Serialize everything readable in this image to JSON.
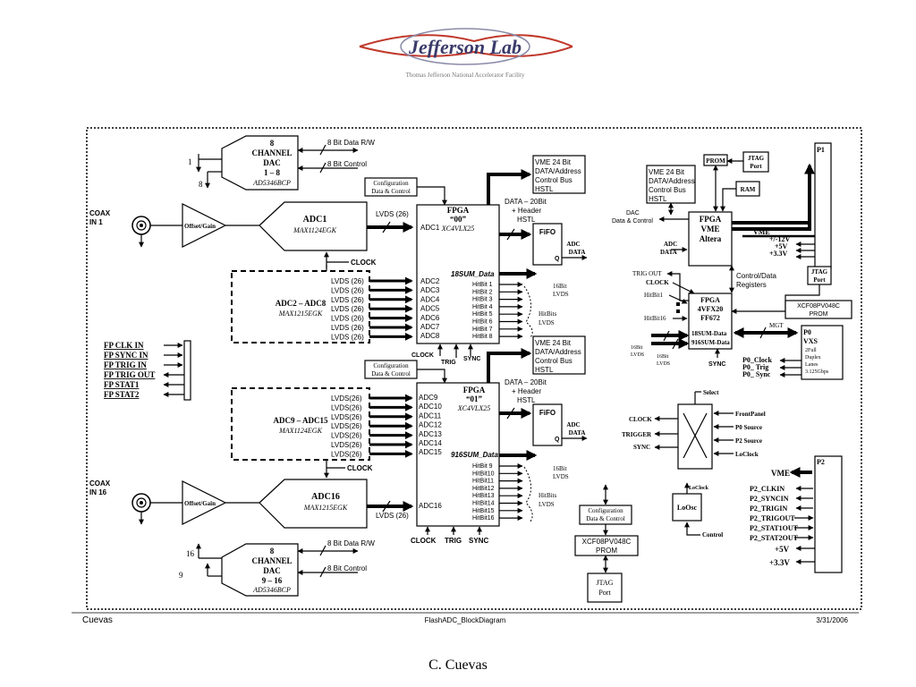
{
  "logo": {
    "text": "Jefferson Lab",
    "subtitle": "Thomas Jefferson National Accelerator Facility"
  },
  "dac_top": {
    "l1": "8",
    "l2": "CHANNEL",
    "l3": "DAC",
    "l4": "1 – 8",
    "part": "AD5346BCP",
    "pin_a": "1",
    "pin_b": "8",
    "data_rw": "8 Bit Data R/W",
    "ctrl": "8 Bit Control"
  },
  "dac_bot": {
    "l1": "8",
    "l2": "CHANNEL",
    "l3": "DAC",
    "l4": "9 – 16",
    "part": "AD5346BCP",
    "pin_a": "16",
    "pin_b": "9",
    "data_rw": "8 Bit Data R/W",
    "ctrl": "8 Bit Control"
  },
  "coax1": {
    "l1": "COAX",
    "l2": "IN 1"
  },
  "coax16": {
    "l1": "COAX",
    "l2": "IN 16"
  },
  "offset_gain": "Offset/Gain",
  "adc1": {
    "name": "ADC1",
    "part": "MAX1124EGK",
    "lvds": "LVDS (26)",
    "clock": "CLOCK"
  },
  "adc16": {
    "name": "ADC16",
    "part": "MAX1215EGK",
    "lvds": "LVDS (26)",
    "clock": "CLOCK"
  },
  "group1": {
    "name": "ADC2 – ADC8",
    "part": "MAX1215EGK",
    "lvds": [
      "LVDS (26)",
      "LVDS (26)",
      "LVDS (26)",
      "LVDS (26)",
      "LVDS (26)",
      "LVDS (26)",
      "LVDS (26)"
    ]
  },
  "group2": {
    "name": "ADC9 – ADC15",
    "part": "MAX1124EGK",
    "lvds": [
      "LVDS(26)",
      "LVDS(26)",
      "LVDS(26)",
      "LVDS(26)",
      "LVDS(26)",
      "LVDS(26)",
      "LVDS(26)"
    ]
  },
  "fp_signals": [
    "FP CLK IN",
    "FP SYNC IN",
    "FP TRIG IN",
    "FP TRIG OUT",
    "FP STAT1",
    "FP STAT2"
  ],
  "fpga0": {
    "title": "FPGA",
    "sub": "“00”",
    "part": "XC4VLX25",
    "adc_in": [
      "ADC1",
      "ADC2",
      "ADC3",
      "ADC4",
      "ADC5",
      "ADC6",
      "ADC7",
      "ADC8"
    ],
    "sum": "18SUM_Data",
    "hitbits": [
      "HitBit 1",
      "HitBit 2",
      "HitBit 3",
      "HitBit 4",
      "HitBit 5",
      "HitBit 6",
      "HitBit 7",
      "HitBit 8"
    ],
    "clock": "CLOCK",
    "trig": "TRIG",
    "sync": "SYNC",
    "config": [
      "Configuration",
      "Data & Control"
    ],
    "vme": [
      "VME 24 Bit",
      "DATA/Address",
      "Control Bus",
      "HSTL"
    ],
    "data": [
      "DATA – 20Bit",
      "+ Header",
      "HSTL"
    ],
    "fifo": "FiFO",
    "q": "Q",
    "adc_data": [
      "ADC",
      "DATA"
    ],
    "bits16": [
      "16Bit",
      "LVDS"
    ],
    "hitbits_lvds": [
      "HitBits",
      "LVDS"
    ]
  },
  "fpga1": {
    "title": "FPGA",
    "sub": "“01”",
    "part": "XC4VLX25",
    "adc_in": [
      "ADC9",
      "ADC10",
      "ADC11",
      "ADC12",
      "ADC13",
      "ADC14",
      "ADC15",
      "ADC16"
    ],
    "sum": "916SUM_Data",
    "hitbits": [
      "HitBit 9",
      "HitBit10",
      "HitBit11",
      "HitBit12",
      "HitBit13",
      "HitBit14",
      "HitBit15",
      "HitBit16"
    ],
    "clock": "CLOCK",
    "trig": "TRIG",
    "sync": "SYNC",
    "config": [
      "Configuration",
      "Data & Control"
    ],
    "vme": [
      "VME 24 Bit",
      "DATA/Address",
      "Control Bus",
      "HSTL"
    ],
    "data": [
      "DATA – 20Bit",
      "+ Header",
      "HSTL"
    ],
    "fifo": "FiFO",
    "q": "Q",
    "adc_data": [
      "ADC",
      "DATA"
    ],
    "bits16": [
      "16Bit",
      "LVDS"
    ],
    "hitbits_lvds": [
      "HitBits",
      "LVDS"
    ]
  },
  "vme_fpga": {
    "title": "FPGA",
    "l2": "VME",
    "l3": "Altera",
    "vme_bus": [
      "VME 24 Bit",
      "DATA/Address",
      "Control Bus",
      "HSTL"
    ],
    "dac_dc": [
      "DAC",
      "Data & Control"
    ],
    "adc_data": [
      "ADC",
      "DATA"
    ],
    "prom": "PROM",
    "jtag": [
      "JTAG",
      "Port"
    ],
    "ram": "RAM",
    "vme": "VME",
    "v1": "+/-12V",
    "v2": "+5V",
    "v3": "+3.3V",
    "p1": "P1"
  },
  "fpga_vfx": {
    "title": "FPGA",
    "l2": "4VFX20",
    "l3": "FF672",
    "sum1": "18SUM-Data",
    "sum2": "916SUM-Data",
    "trig_out": "TRIG OUT",
    "clock": "CLOCK",
    "hitbit1": "HitBit1",
    "hitbit16": "HitBit16",
    "lvds_a": [
      "16Bit",
      "LVDS"
    ],
    "lvds_b": [
      "16Bit",
      "LVDS"
    ],
    "sync": "SYNC",
    "control": [
      "Control/Data",
      "Registers"
    ],
    "jtag": [
      "JTAG",
      "Port"
    ],
    "prom": [
      "XCF08PV048C",
      "PROM"
    ],
    "mgt": "MGT"
  },
  "p0": {
    "title": "P0",
    "vxs": "VXS",
    "desc": [
      "2Full",
      "Duplex",
      "Lanes",
      "3.125Gbps"
    ],
    "clock": "P0_Clock",
    "trig": "P0_ Trig",
    "sync": "P0_ Sync"
  },
  "mux": {
    "select": "Select",
    "clock": "CLOCK",
    "trigger": "TRIGGER",
    "sync": "SYNC",
    "front": "FrontPanel",
    "p0src": "P0  Source",
    "p2src": "P2  Source",
    "loclock": "LoClock"
  },
  "loosc": {
    "name": "LoOsc",
    "loclock": "LoClock",
    "control": "Control"
  },
  "p2": {
    "title": "P2",
    "vme": "VME",
    "signals": [
      "P2_CLKIN",
      "P2_SYNCIN",
      "P2_TRIGIN",
      "P2_TRIGOUT",
      "P2_STAT1OUT",
      "P2_STAT2OUT"
    ],
    "v1": "+5V",
    "v2": "+3.3V"
  },
  "bottom_prom": {
    "config": [
      "Configuration",
      "Data & Control"
    ],
    "prom": [
      "XCF08PV048C",
      "PROM"
    ],
    "jtag": [
      "JTAG",
      "Port"
    ]
  },
  "footer": {
    "left": "Cuevas",
    "center": "FlashADC_BlockDiagram",
    "right": "3/31/2006"
  },
  "author": "C. Cuevas"
}
